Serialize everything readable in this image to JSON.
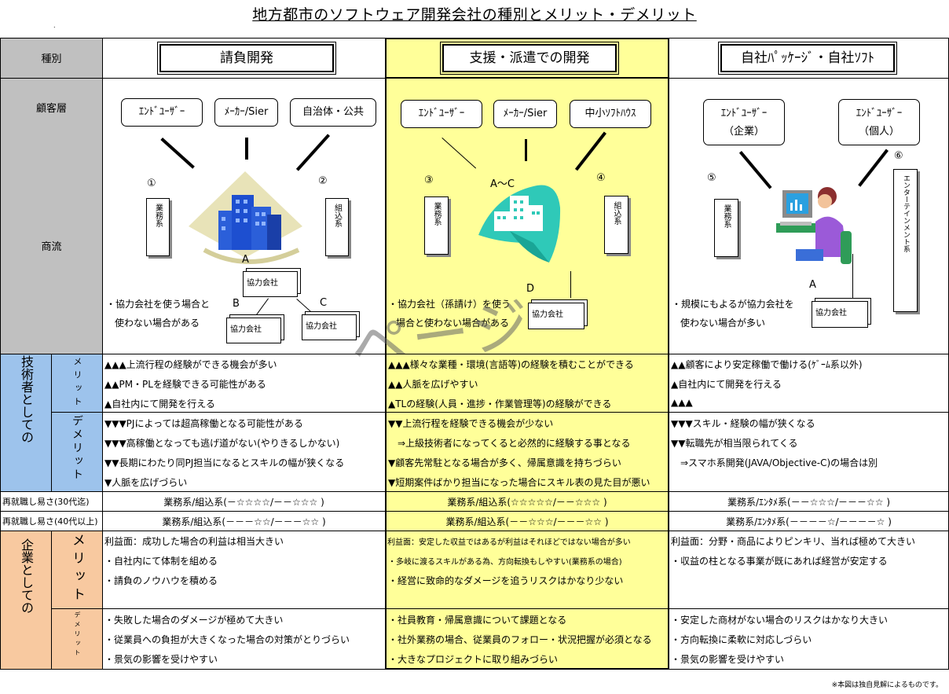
{
  "title": "地方都市のソフトウェア開発会社の種別とメリット・デメリット",
  "row_labels": {
    "category": "種別",
    "customer": "顧客層",
    "commerce": "商流"
  },
  "col_headers": [
    "請負開発",
    "支援・派遣での開発",
    "自社ﾊﾟｯｹｰｼﾞ・自社ｿﾌﾄ"
  ],
  "col1": {
    "bubbles": [
      "ｴﾝﾄﾞﾕｰｻﾞｰ",
      "ﾒｰｶｰ/Sier",
      "自治体・公共"
    ],
    "num_left": "①",
    "num_right": "②",
    "box_left": "業務系",
    "box_right": "組込系",
    "label_A": "A",
    "label_B": "B",
    "label_C": "C",
    "kyoryoku_A": "協力会社",
    "kyoryoku_B": "協力会社",
    "kyoryoku_C": "協力会社",
    "note_line1": "・協力会社を使う場合と",
    "note_line2": "使わない場合がある"
  },
  "col2": {
    "bubbles": [
      "ｴﾝﾄﾞﾕｰｻﾞｰ",
      "ﾒｰｶｰ/Sier",
      "中小ｿﾌﾄﾊｳｽ"
    ],
    "num_left": "③",
    "num_right": "④",
    "box_left": "業務系",
    "box_right": "組込系",
    "label_AC": "A～C",
    "label_D": "D",
    "kyoryoku_D": "協力会社",
    "note_line1": "・協力会社（孫請け）を使う",
    "note_line2": "場合と使わない場合がある",
    "watermark": "ページ"
  },
  "col3": {
    "bubble1_line1": "ｴﾝﾄﾞﾕｰｻﾞｰ",
    "bubble1_line2": "（企業）",
    "bubble2_line1": "ｴﾝﾄﾞﾕｰｻﾞｰ",
    "bubble2_line2": "（個人）",
    "num_left": "⑤",
    "num_right": "⑥",
    "box_left": "業務系",
    "box_right": "エンターテインメント系",
    "label_A": "A",
    "kyoryoku_A": "協力会社",
    "note_line1": "・規模にもよるが協力会社を",
    "note_line2": "使わない場合が多い"
  },
  "tech": {
    "group_label": "技術者としての",
    "merit_label": "メリット",
    "demerit_label": "デメリット",
    "merit": [
      [
        "▲▲▲上流行程の経験ができる機会が多い",
        "▲▲PM・PLを経験できる可能性がある",
        "▲自社内にて開発を行える"
      ],
      [
        "▲▲▲様々な業種・環境(言語等)の経験を積むことができる",
        "▲▲人脈を広げやすい",
        "▲TLの経験(人員・進捗・作業管理等)の経験ができる"
      ],
      [
        "▲▲顧客により安定稼働で働ける(ｹﾞｰﾑ系以外)",
        "▲自社内にて開発を行える",
        "▲▲▲"
      ]
    ],
    "demerit": [
      [
        "▼▼▼PJによっては超高稼働となる可能性がある",
        "▼▼▼高稼働となっても逃げ道がない(やりきるしかない)",
        "▼▼長期にわたり同PJ担当になるとスキルの幅が狭くなる",
        "▼人脈を広げづらい"
      ],
      [
        "▼▼上流行程を経験できる機会が少ない",
        "　⇒上級技術者になってくると必然的に経験する事となる",
        "▼顧客先常駐となる場合が多く、帰属意識を持ちづらい",
        "▼短期案件ばかり担当になった場合にスキル表の見た目が悪い"
      ],
      [
        "▼▼▼スキル・経験の幅が狭くなる",
        "▼▼転職先が相当限られてくる",
        "　⇒スマホ系開発(JAVA/Objective-C)の場合は別",
        ""
      ]
    ]
  },
  "reemploy": [
    {
      "label": "再就職し易さ(30代迄)",
      "values": [
        "業務系/組込系(－☆☆☆☆/－－☆☆☆ )",
        "業務系/組込系(☆☆☆☆☆/－－☆☆☆ )",
        "業務系/ｴﾝﾀﾒ系(－－☆☆☆/－－－☆☆ )"
      ]
    },
    {
      "label": "再就職し易さ(40代以上)",
      "values": [
        "業務系/組込系(－－－☆☆/－－－☆☆ )",
        "業務系/組込系(－－☆☆☆/－－－☆☆ )",
        "業務系/ｴﾝﾀﾒ系(－－－－☆/－－－－☆ )"
      ]
    }
  ],
  "company": {
    "group_label": "企業としての",
    "merit_label": "メリット",
    "demerit_label": "デメリット",
    "merit": [
      [
        "利益面：成功した場合の利益は相当大きい",
        "・自社内にて体制を組める",
        "・請負のノウハウを積める"
      ],
      [
        "利益面：安定した収益ではあるが利益はそれほどではない場合が多い",
        "・多岐に渡るスキルがある為、方向転換もしやすい(業務系の場合)",
        "・経営に致命的なダメージを追うリスクはかなり少ない"
      ],
      [
        "利益面：分野・商品によりピンキリ、当れば極めて大きい",
        "・収益の柱となる事業が既にあれば経営が安定する",
        ""
      ]
    ],
    "demerit": [
      [
        "・失敗した場合のダメージが極めて大きい",
        "・従業員への負担が大きくなった場合の対策がとりづらい",
        "・景気の影響を受けやすい"
      ],
      [
        "・社員教育・帰属意識について課題となる",
        "・社外業務の場合、従業員のフォロー・状況把握が必須となる",
        "・大きなプロジェクトに取り組みづらい"
      ],
      [
        "・安定した商材がない場合のリスクはかなり大きい",
        "・方向転換に柔軟に対応しづらい",
        "・景気の影響を受けやすい"
      ]
    ]
  },
  "footnote": "※本図は独自見解によるものです。",
  "colors": {
    "label_gray": "#c0c0c0",
    "tech_blue": "#9dc3ec",
    "company_peach": "#f8c9a0",
    "support_yellow": "#ffff99"
  }
}
